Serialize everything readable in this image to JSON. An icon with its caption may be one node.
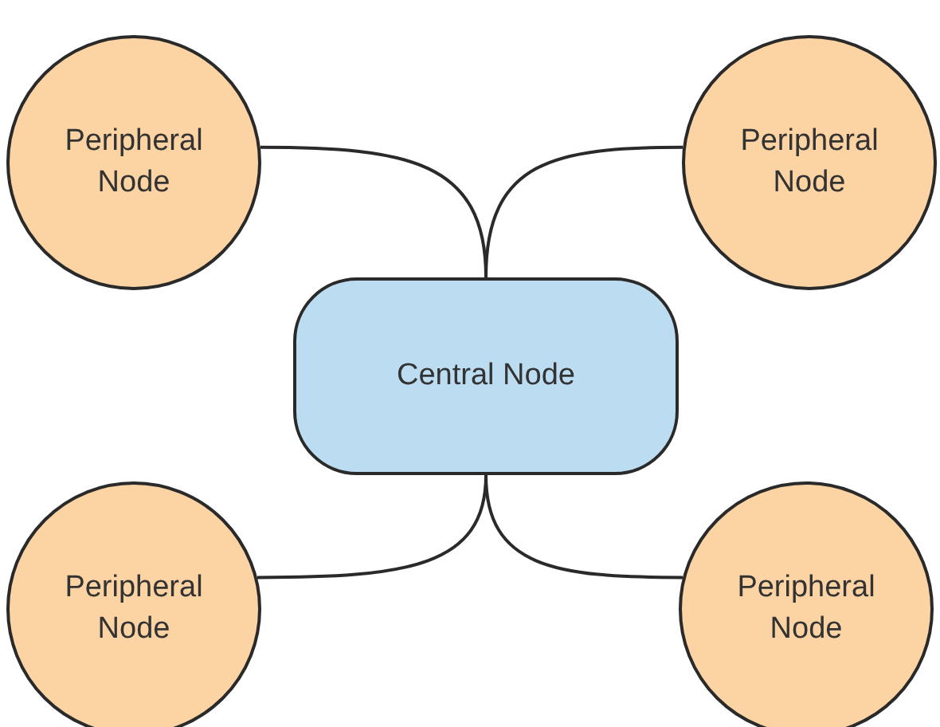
{
  "diagram": {
    "nodes": [
      {
        "text": [
          "Peripheral Node"
        ]
      },
      {
        "text": [
          "Peripheral Node"
        ]
      },
      {
        "text": [
          "Central Node"
        ]
      },
      {
        "text": [
          "Peripheral Node"
        ]
      },
      {
        "text": [
          "Peripheral Node"
        ]
      }
    ],
    "edges": [
      {
        "from": 2,
        "to": 0,
        "arrow": "none"
      },
      {
        "from": 2,
        "to": 1,
        "arrow": "none"
      },
      {
        "from": 2,
        "to": 3,
        "arrow": "none"
      },
      {
        "from": 2,
        "to": 4,
        "arrow": "none"
      }
    ]
  }
}
